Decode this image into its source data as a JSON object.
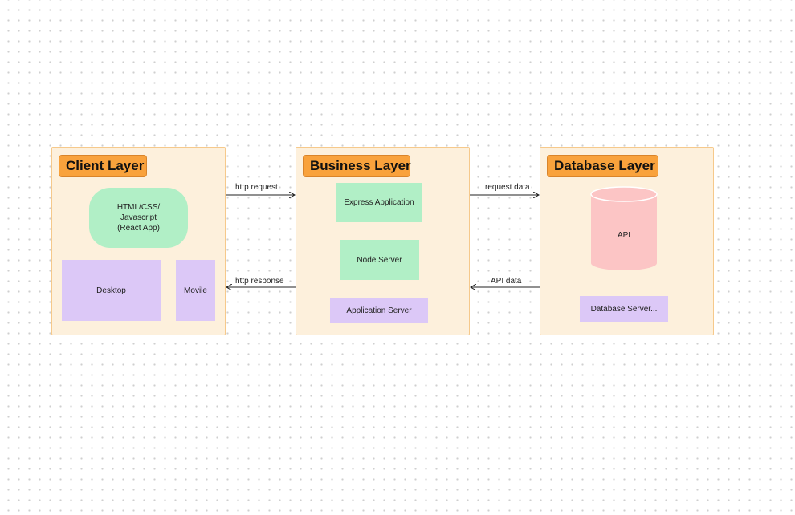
{
  "layers": {
    "client": {
      "title": "Client Layer",
      "nodes": {
        "html": "HTML/CSS/\nJavascript\n(React App)",
        "desktop": "Desktop",
        "mobile": "Movile"
      }
    },
    "business": {
      "title": "Business Layer",
      "nodes": {
        "express": "Express Application",
        "node": "Node Server",
        "appserver": "Application Server"
      }
    },
    "database": {
      "title": "Database Layer",
      "nodes": {
        "api": "API",
        "dbserver": "Database Server..."
      }
    }
  },
  "edges": {
    "http_request": "http request",
    "http_response": "http response",
    "request_data": "request data",
    "api_data": "API data"
  },
  "colors": {
    "layer_fill": "#fdf0dc",
    "layer_border": "#f6c98b",
    "title_fill": "#f9a23c",
    "green": "#b1efc6",
    "purple": "#dcc8f7",
    "cylinder": "#fcc5c5"
  }
}
